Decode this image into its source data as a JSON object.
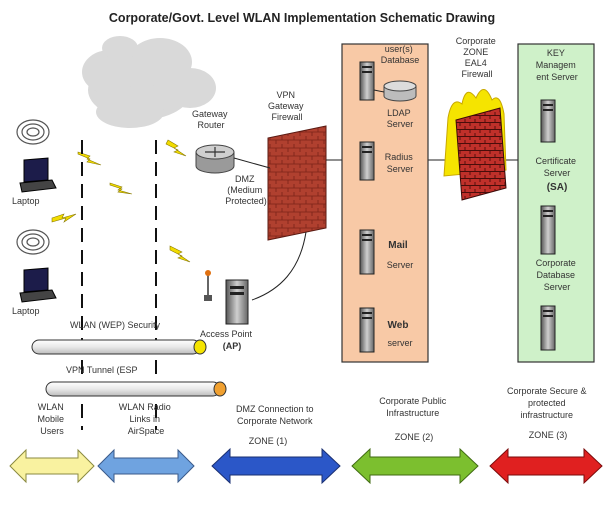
{
  "title": "Corporate/Govt. Level WLAN Implementation Schematic Drawing",
  "colors": {
    "zone_panel": "#F8C9A6",
    "key_panel": "#CFF1C9",
    "firewall_brick": "#B0402F",
    "corporate_firewall": "#C0302A",
    "flames": "#F5E400",
    "cloud": "#D9D9D9",
    "arrow_users": "#F9F2A0",
    "arrow_radio": "#6FA3E0",
    "arrow_dmz": "#2B57C8",
    "arrow_public": "#7CBF2F",
    "arrow_secure": "#E02020",
    "wep_tube_end": "#F5E400",
    "vpn_tube_end": "#F0A030"
  },
  "left": {
    "laptop_1": "Laptop",
    "laptop_2": "Laptop"
  },
  "dmz": {
    "gateway_router": [
      "Gateway",
      "Router"
    ],
    "vpn_firewall": [
      "VPN",
      "Gateway",
      "Firewall"
    ],
    "dmz_label": [
      "DMZ",
      "(Medium",
      "Protected)"
    ],
    "access_point": "Access Point",
    "access_point_abbr": "(AP)"
  },
  "tunnels": {
    "wep": "WLAN (WEP) Security",
    "vpn": "VPN Tunnel (ESP"
  },
  "zone_panel": {
    "users_db": [
      "user(s)",
      "Database"
    ],
    "ldap": [
      "LDAP",
      "Server"
    ],
    "radius": [
      "Radius",
      "Server"
    ],
    "mail_bold": "Mail",
    "mail_rest": "Server",
    "web_bold": "Web",
    "web_rest": "server"
  },
  "corporate_firewall": [
    "Corporate",
    "ZONE",
    "EAL4",
    "Firewall"
  ],
  "key_panel": {
    "key_mgmt": [
      "KEY",
      "Managem",
      "ent Server"
    ],
    "certificate": [
      "Certificate",
      "Server"
    ],
    "sa": "(SA)",
    "corp_db": [
      "Corporate",
      "Database",
      "Server"
    ]
  },
  "zones": [
    {
      "lines": [
        "WLAN",
        "Mobile",
        "Users"
      ]
    },
    {
      "lines": [
        "WLAN Radio",
        "Links in",
        "AirSpace"
      ]
    },
    {
      "lines": [
        "DMZ Connection to",
        "Corporate Network",
        "ZONE (1)"
      ]
    },
    {
      "lines": [
        "Corporate Public",
        "Infrastructure",
        "ZONE (2)"
      ]
    },
    {
      "lines": [
        "Corporate Secure &",
        "protected",
        "infrastructure",
        "ZONE (3)"
      ]
    }
  ]
}
